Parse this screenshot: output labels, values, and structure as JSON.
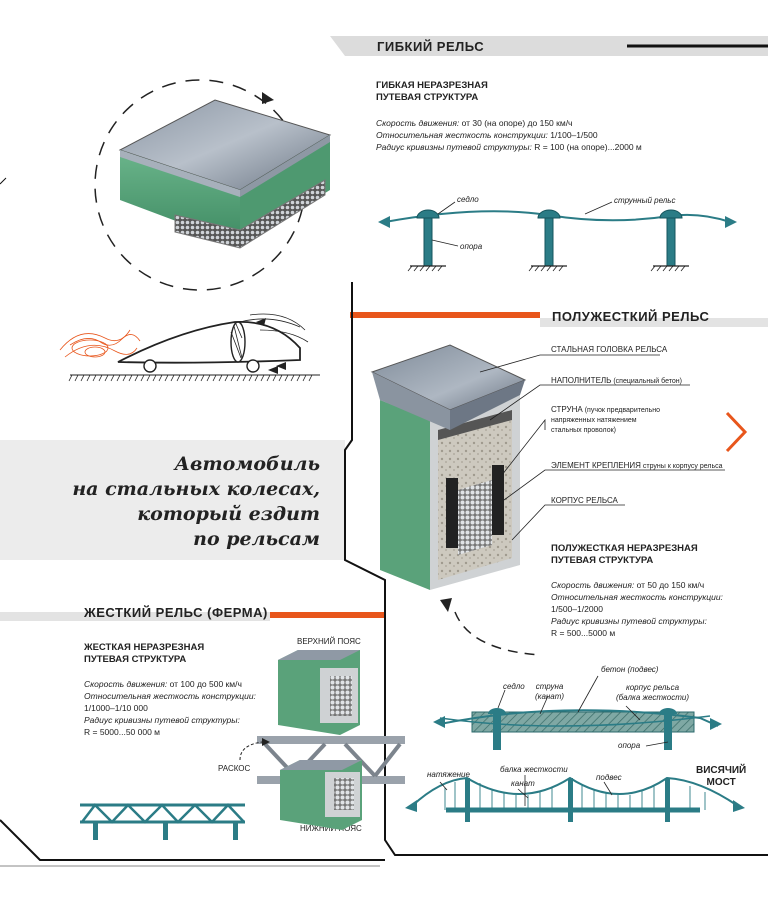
{
  "flexible": {
    "title": "ГИБКИЙ РЕЛЬС",
    "subtitle_line1": "ГИБКАЯ НЕРАЗРЕЗНАЯ",
    "subtitle_line2": "ПУТЕВАЯ СТРУКТУРА",
    "speed_label": "Скорость движения:",
    "speed_value": " от 30 (на опоре) до 150 км/ч",
    "stiffness_label": "Относительная жесткость конструкции:",
    "stiffness_value": " 1/100–1/500",
    "radius_label": "Радиус кривизны путевой структуры:",
    "radius_value": " R = 100 (на опоре)...2000 м",
    "label_saddle": "седло",
    "label_string_rail": "струнный рельс",
    "label_support": "опора"
  },
  "semi_rigid": {
    "title": "ПОЛУЖЕСТКИЙ РЕЛЬС",
    "callout_head": "СТАЛЬНАЯ ГОЛОВКА РЕЛЬСА",
    "callout_filler_a": "НАПОЛНИТЕЛЬ",
    "callout_filler_b": " (специальный бетон)",
    "callout_string_a": "СТРУНА",
    "callout_string_b": " (пучок предварительно",
    "callout_string_c": "напряженных натяжением",
    "callout_string_d": "стальных проволок)",
    "callout_fixing_a": "ЭЛЕМЕНТ КРЕПЛЕНИЯ",
    "callout_fixing_b": " струны к корпусу рельса",
    "callout_body": "КОРПУС РЕЛЬСА",
    "subtitle_line1": "ПОЛУЖЕСТКАЯ НЕРАЗРЕЗНАЯ",
    "subtitle_line2": "ПУТЕВАЯ СТРУКТУРА",
    "speed_label": "Скорость движения:",
    "speed_value": " от 50 до 150 км/ч",
    "stiffness_label": "Относительная жесткость конструкции:",
    "stiffness_value": "1/500–1/2000",
    "radius_label": "Радиус кривизны путевой структуры:",
    "radius_value": "R = 500...5000 м",
    "label_concrete": "бетон (подвес)",
    "label_saddle": "седло",
    "label_string_1": "струна",
    "label_string_2": "(канат)",
    "label_body_1": "корпус рельса",
    "label_body_2": "(балка жесткости)",
    "label_support": "опора",
    "label_tension": "натяжение",
    "label_beam": "балка жесткости",
    "label_cable": "канат",
    "label_hanger": "подвес",
    "label_bridge_1": "ВИСЯЧИЙ",
    "label_bridge_2": "МОСТ"
  },
  "rigid": {
    "title": "ЖЕСТКИЙ РЕЛЬС (ФЕРМА)",
    "subtitle_line1": "ЖЕСТКАЯ НЕРАЗРЕЗНАЯ",
    "subtitle_line2": "ПУТЕВАЯ СТРУКТУРА",
    "speed_label": "Скорость движения:",
    "speed_value": " от 100 до 500 км/ч",
    "stiffness_label": "Относительная жесткость конструкции:",
    "stiffness_value": "1/1000–1/10 000",
    "radius_label": "Радиус кривизны путевой структуры:",
    "radius_value": "R = 5000...50 000 м",
    "label_top_chord": "ВЕРХНИЙ ПОЯС",
    "label_bottom_chord": "НИЖНИЙ ПОЯС",
    "label_brace": "РАСКОС"
  },
  "slogan": {
    "line1": "Автомобиль",
    "line2": "на стальных колесах,",
    "line3": "который ездит",
    "line4": "по рельсам"
  },
  "colors": {
    "accent": "#e8561c",
    "rail_green": "#5aa27a",
    "teal_line": "#2b7c86",
    "banner_grey": "#dcdcdc",
    "slogan_bg": "#ececec"
  },
  "icons": {
    "next": "chevron-right-icon"
  }
}
